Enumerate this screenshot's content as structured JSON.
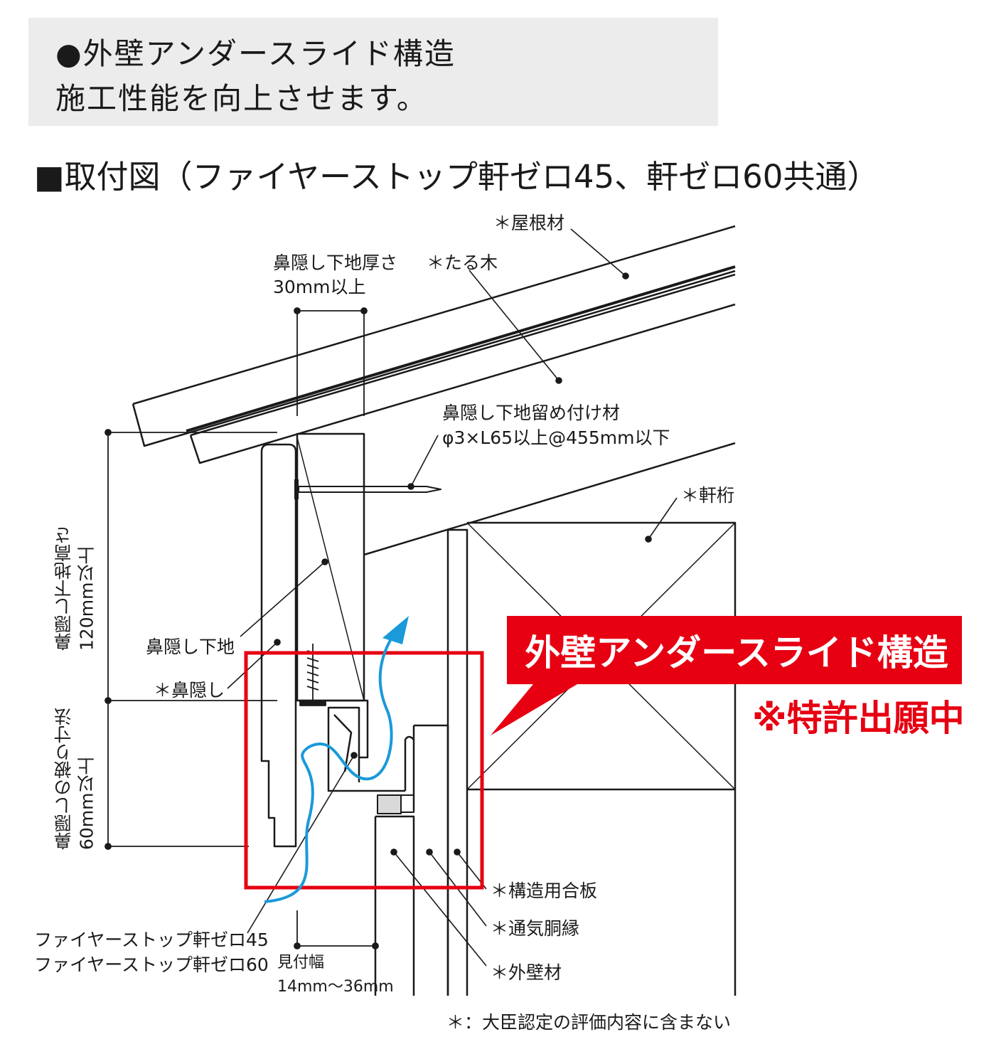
{
  "header": {
    "line1": "●外壁アンダースライド構造",
    "line2": "施工性能を向上させます。"
  },
  "section_title": "■取付図（ファイヤーストップ軒ゼロ45、軒ゼロ60共通）",
  "labels": {
    "roofing": "＊屋根材",
    "rafter": "＊たる木",
    "base_thickness_1": "鼻隠し下地厚さ",
    "base_thickness_2": "30mm以上",
    "fastener_1": "鼻隠し下地留め付け材",
    "fastener_2": "φ3×L65以上@455mm以下",
    "eave_beam": "＊軒桁",
    "fascia_base": "鼻隠し下地",
    "fascia": "＊鼻隠し",
    "base_height_1": "鼻隠し下地高さ",
    "base_height_2": "120mm以上",
    "overlap_1": "鼻隠しの被り寸法",
    "overlap_2": "60mm以上",
    "plywood": "＊構造用合板",
    "furring": "＊通気胴縁",
    "wall_material": "＊外壁材",
    "product_1": "ファイヤーストップ軒ゼロ45",
    "product_2": "ファイヤーストップ軒ゼロ60",
    "visible_width_1": "見付幅",
    "visible_width_2": "14mm〜36mm",
    "footnote": "＊：大臣認定の評価内容に含まない"
  },
  "callout": {
    "title": "外壁アンダースライド構造",
    "patent": "※特許出願中"
  },
  "colors": {
    "callout_red": "#e60012",
    "airflow_blue": "#1a9ad9",
    "header_bg": "#ececec"
  }
}
